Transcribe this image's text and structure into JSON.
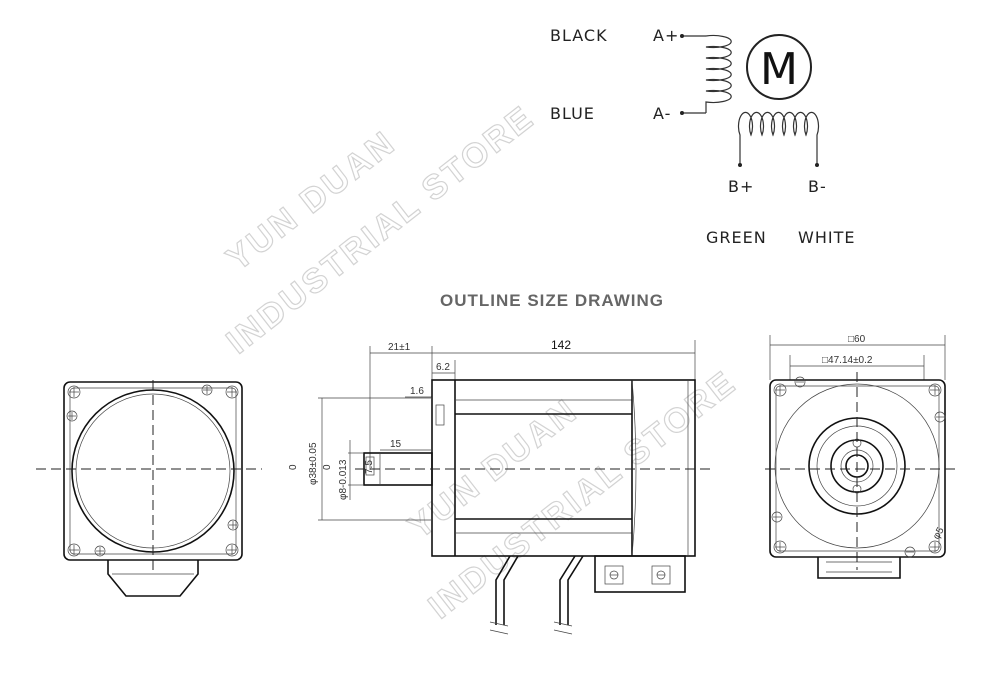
{
  "wiring": {
    "phase_a_plus_color": "BLACK",
    "phase_a_plus": "A+",
    "phase_a_minus_color": "BLUE",
    "phase_a_minus": "A-",
    "motor_symbol": "M",
    "phase_b_plus": "B+",
    "phase_b_minus": "B-",
    "phase_b_plus_color": "GREEN",
    "phase_b_minus_color": "WHITE"
  },
  "title": "OUTLINE SIZE DRAWING",
  "side_view": {
    "shaft_length": "21±1",
    "body_length": "142",
    "flange_depth": "6.2",
    "step": "1.6",
    "key_length": "15",
    "pilot_diameter": "φ38±0.05",
    "pilot_diameter_tol_top": "0",
    "shaft_diameter": "φ8-0.013",
    "shaft_diameter_tol_top": "0",
    "key_depth": "7.5"
  },
  "front_view": {
    "flange_size": "□60",
    "hole_spacing": "□47.14±0.2",
    "hole_diameter": "φ5"
  },
  "watermark": {
    "text_1": "YUN DUAN",
    "text_2": "INDUSTRIAL STORE"
  }
}
